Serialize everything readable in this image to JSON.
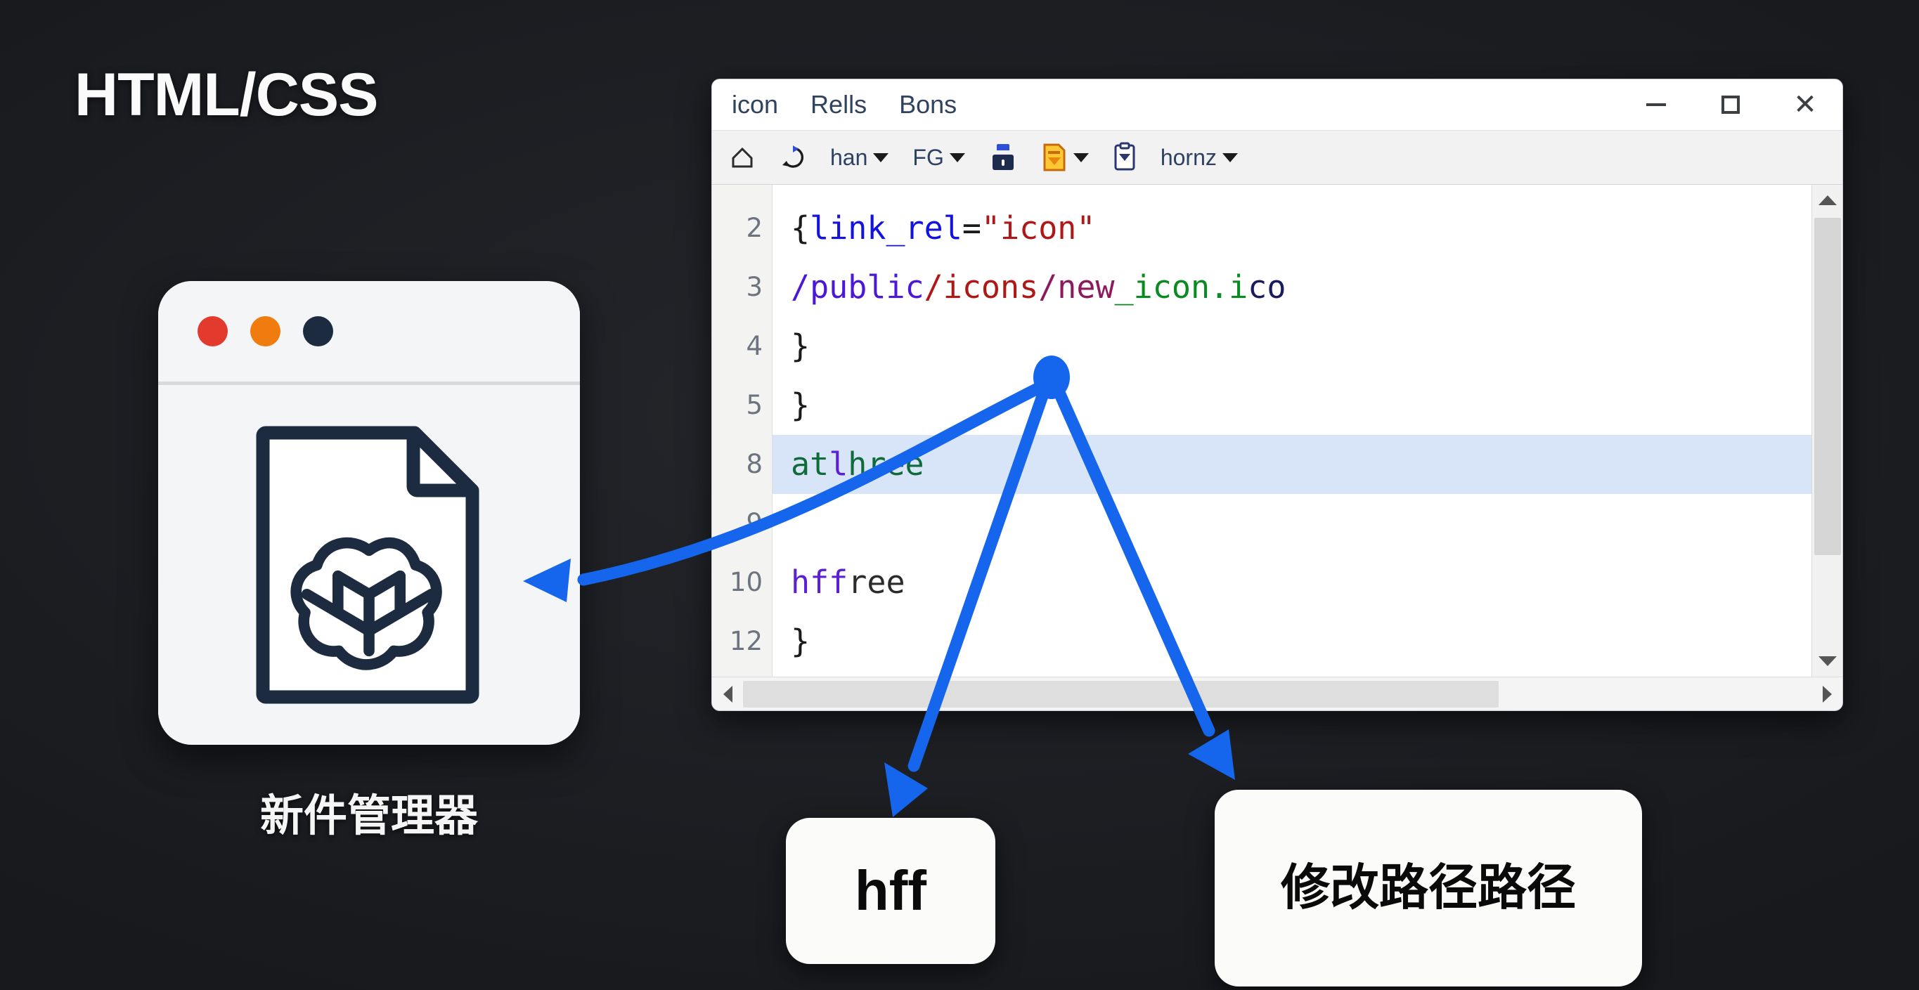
{
  "background_color": "#17191c",
  "accent_color": "#1565ED",
  "headline": "HTML/CSS",
  "app_card": {
    "caption": "新件管理器",
    "traffic_lights": [
      {
        "name": "close-dot",
        "color": "#e23b2e"
      },
      {
        "name": "minimize-dot",
        "color": "#f07c10"
      },
      {
        "name": "maximize-dot",
        "color": "#1d2b40"
      }
    ],
    "document_icon": "openai-document-icon"
  },
  "editor_window": {
    "menu_items": [
      "icon",
      "Rells",
      "Bons"
    ],
    "window_controls": {
      "minimize": "–",
      "maximize": "□",
      "close": "✕"
    },
    "toolbar": [
      {
        "name": "home-icon",
        "label": "",
        "caret": false
      },
      {
        "name": "refresh-icon",
        "label": "",
        "caret": false
      },
      {
        "name": "han-dropdown",
        "label": "han",
        "caret": true
      },
      {
        "name": "font-dropdown",
        "label": "FG",
        "caret": true
      },
      {
        "name": "lock-icon",
        "label": "",
        "caret": false
      },
      {
        "name": "note-dropdown",
        "label": "",
        "caret": true
      },
      {
        "name": "clipboard-icon",
        "label": "",
        "caret": false
      },
      {
        "name": "norm-dropdown",
        "label": "hornz",
        "caret": true
      }
    ],
    "line_numbers": [
      "2",
      "3",
      "4",
      "5",
      "8",
      "9",
      "10",
      "12"
    ],
    "code_lines": [
      {
        "num": "2",
        "highlight": false,
        "tokens": [
          {
            "t": "{",
            "c": "tok-punc"
          },
          {
            "t": "link_rel",
            "c": "tok-key"
          },
          {
            "t": "=",
            "c": "tok-op"
          },
          {
            "t": "\"icon\"",
            "c": "tok-str"
          }
        ]
      },
      {
        "num": "3",
        "highlight": false,
        "tokens": [
          {
            "t": " ",
            "c": "tok-punc"
          },
          {
            "t": "/public",
            "c": "tok-path1"
          },
          {
            "t": "/icons",
            "c": "tok-path2"
          },
          {
            "t": "/new",
            "c": "tok-path3"
          },
          {
            "t": "_icon.i",
            "c": "tok-green"
          },
          {
            "t": "co",
            "c": "tok-ico"
          }
        ]
      },
      {
        "num": "4",
        "highlight": false,
        "tokens": [
          {
            "t": " }",
            "c": "tok-punc"
          }
        ]
      },
      {
        "num": "5",
        "highlight": false,
        "tokens": [
          {
            "t": "}",
            "c": "tok-punc"
          }
        ]
      },
      {
        "num": "8",
        "highlight": true,
        "tokens": [
          {
            "t": "  at",
            "c": "tok-teal"
          },
          {
            "t": "l",
            "c": "tok-mix1"
          },
          {
            "t": "hree",
            "c": "tok-teal"
          }
        ]
      },
      {
        "num": "9",
        "highlight": false,
        "tokens": [
          {
            "t": "",
            "c": "tok-punc"
          }
        ]
      },
      {
        "num": "10",
        "highlight": false,
        "tokens": [
          {
            "t": "  hff",
            "c": "tok-mix1"
          },
          {
            "t": "ree",
            "c": "tok-mix2"
          }
        ]
      },
      {
        "num": "12",
        "highlight": false,
        "tokens": [
          {
            "t": "}",
            "c": "tok-punc"
          }
        ]
      }
    ],
    "scrollbars": {
      "vertical_up": "scroll-up-arrow",
      "vertical_down": "scroll-down-arrow",
      "horizontal_left": "scroll-left-arrow",
      "horizontal_right": "scroll-right-arrow"
    }
  },
  "callouts": [
    {
      "name": "callout-hff",
      "text": "hff"
    },
    {
      "name": "callout-path",
      "text": "修改路径路径"
    }
  ],
  "annotations": {
    "hub_dot": "annotation-origin-dot",
    "arrows": [
      {
        "name": "arrow-to-app-card",
        "target": "app-card"
      },
      {
        "name": "arrow-to-hff-callout",
        "target": "callout-hff"
      },
      {
        "name": "arrow-to-path-callout",
        "target": "callout-path"
      }
    ]
  }
}
